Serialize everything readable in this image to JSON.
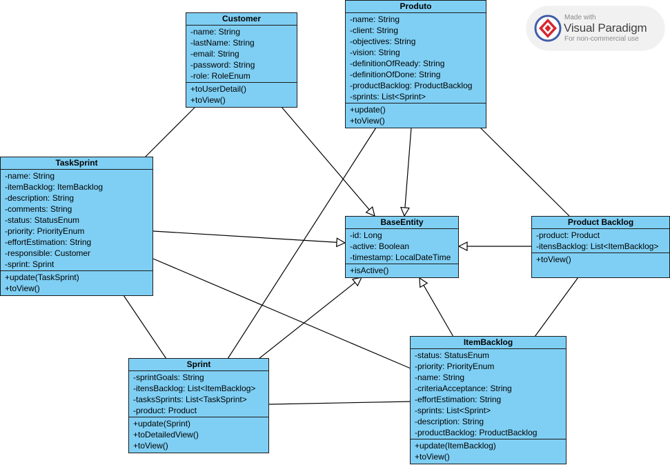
{
  "watermark": {
    "made_with": "Made with",
    "brand": "Visual Paradigm",
    "note": "For non-commercial use"
  },
  "classes": [
    {
      "id": "customer",
      "name": "Customer",
      "attributes": [
        "-name: String",
        "-lastName: String",
        "-email: String",
        "-password: String",
        "-role: RoleEnum"
      ],
      "methods": [
        "+toUserDetail()",
        "+toView()"
      ]
    },
    {
      "id": "produto",
      "name": "Produto",
      "attributes": [
        "-name: String",
        "-client: String",
        "-objectives: String",
        "-vision: String",
        "-definitionOfReady: String",
        "-definitionOfDone: String",
        "-productBacklog: ProductBacklog",
        "-sprints: List<Sprint>"
      ],
      "methods": [
        "+update()",
        "+toView()"
      ]
    },
    {
      "id": "tasksprint",
      "name": "TaskSprint",
      "attributes": [
        "-name: String",
        "-itemBacklog: ItemBacklog",
        "-description: String",
        "-comments: String",
        "-status: StatusEnum",
        "-priority: PriorityEnum",
        "-effortEstimation: String",
        "-responsible: Customer",
        "-sprint: Sprint"
      ],
      "methods": [
        "+update(TaskSprint)",
        "+toView()"
      ]
    },
    {
      "id": "baseentity",
      "name": "BaseEntity",
      "attributes": [
        "-id: Long",
        "-active: Boolean",
        "-timestamp: LocalDateTime"
      ],
      "methods": [
        "+isActive()"
      ]
    },
    {
      "id": "productbacklog",
      "name": "Product Backlog",
      "attributes": [
        "-product: Product",
        "-itensBacklog:  List<ItemBacklog>"
      ],
      "methods": [
        "+toView()"
      ]
    },
    {
      "id": "itembacklog",
      "name": "ItemBacklog",
      "attributes": [
        "-status: StatusEnum",
        "-priority: PriorityEnum",
        "-name: String",
        "-criteriaAcceptance: String",
        "-effortEstimation: String",
        "-sprints: List<Sprint>",
        "-description: String",
        "-productBacklog: ProductBacklog"
      ],
      "methods": [
        "+update(ItemBacklog)",
        "+toView()"
      ]
    },
    {
      "id": "sprint",
      "name": "Sprint",
      "attributes": [
        "-sprintGoals: String",
        "-itensBacklog:  List<ItemBacklog>",
        "-tasksSprints: List<TaskSprint>",
        "-product: Product"
      ],
      "methods": [
        "+update(Sprint)",
        "+toDetailedView()",
        "+toView()"
      ]
    }
  ],
  "relations": [
    {
      "from": "customer",
      "to": "baseentity",
      "kind": "generalization"
    },
    {
      "from": "produto",
      "to": "baseentity",
      "kind": "generalization"
    },
    {
      "from": "tasksprint",
      "to": "baseentity",
      "kind": "generalization"
    },
    {
      "from": "productbacklog",
      "to": "baseentity",
      "kind": "generalization"
    },
    {
      "from": "sprint",
      "to": "baseentity",
      "kind": "generalization"
    },
    {
      "from": "itembacklog",
      "to": "baseentity",
      "kind": "generalization"
    },
    {
      "from": "customer",
      "to": "tasksprint",
      "kind": "association"
    },
    {
      "from": "produto",
      "to": "sprint",
      "kind": "association"
    },
    {
      "from": "produto",
      "to": "productbacklog",
      "kind": "association"
    },
    {
      "from": "tasksprint",
      "to": "sprint",
      "kind": "association"
    },
    {
      "from": "tasksprint",
      "to": "itembacklog",
      "kind": "association"
    },
    {
      "from": "sprint",
      "to": "itembacklog",
      "kind": "association"
    },
    {
      "from": "productbacklog",
      "to": "itembacklog",
      "kind": "association"
    }
  ]
}
